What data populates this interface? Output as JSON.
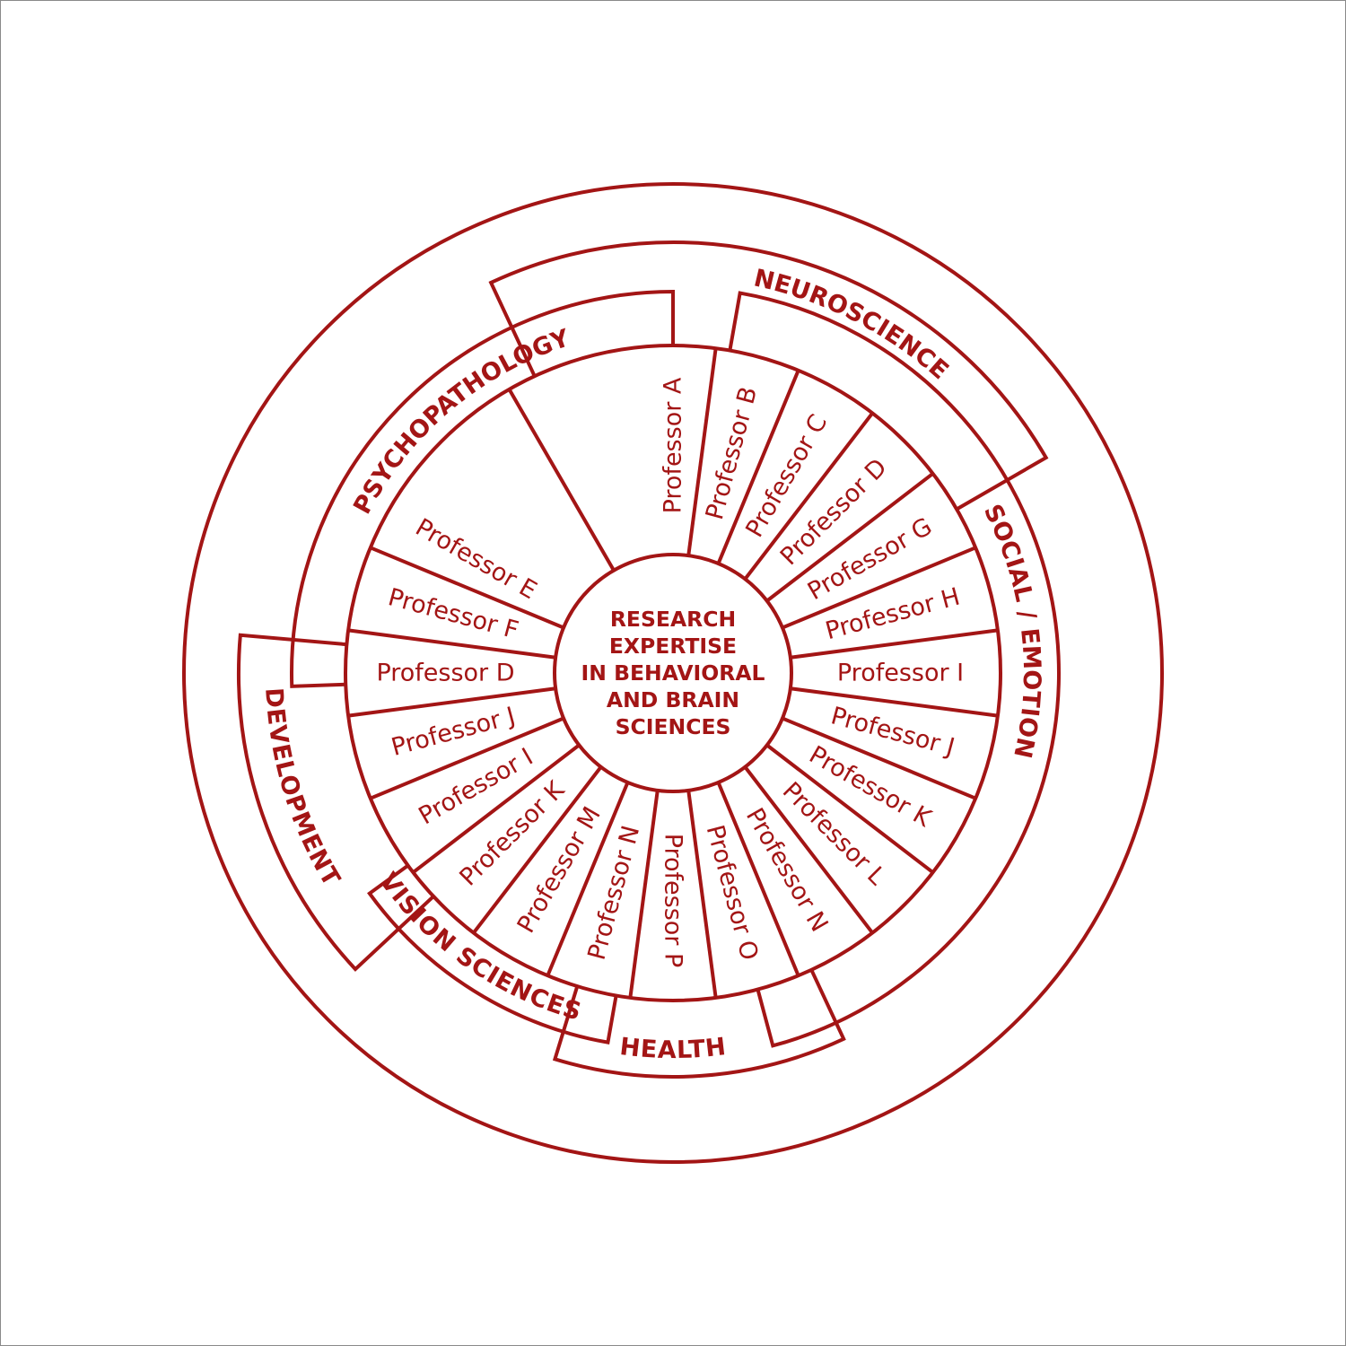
{
  "colors": {
    "line": "#A31515",
    "text": "#A31515",
    "background": "#FFFFFF",
    "frame": "#8A8A8A"
  },
  "center": {
    "lines": [
      "RESEARCH",
      "EXPERTISE",
      "IN BEHAVIORAL",
      "AND BRAIN",
      "SCIENCES"
    ]
  },
  "wedges": [
    {
      "label": "Professor A",
      "angle_deg": 0
    },
    {
      "label": "Professor B",
      "angle_deg": 15
    },
    {
      "label": "Professor C",
      "angle_deg": 30
    },
    {
      "label": "Professor D",
      "angle_deg": 45
    },
    {
      "label": "Professor G",
      "angle_deg": 60
    },
    {
      "label": "Professor H",
      "angle_deg": 75
    },
    {
      "label": "Professor I",
      "angle_deg": 90
    },
    {
      "label": "Professor J",
      "angle_deg": 105
    },
    {
      "label": "Professor K",
      "angle_deg": 120
    },
    {
      "label": "Professor L",
      "angle_deg": 135
    },
    {
      "label": "Professor N",
      "angle_deg": 150
    },
    {
      "label": "Professor O",
      "angle_deg": 165
    },
    {
      "label": "Professor P",
      "angle_deg": 180
    },
    {
      "label": "Professor N",
      "angle_deg": 195
    },
    {
      "label": "Professor M",
      "angle_deg": 210
    },
    {
      "label": "Professor K",
      "angle_deg": 225
    },
    {
      "label": "Professor I",
      "angle_deg": 240
    },
    {
      "label": "Professor J",
      "angle_deg": 255
    },
    {
      "label": "Professor D",
      "angle_deg": 270
    },
    {
      "label": "Professor F",
      "angle_deg": 285
    },
    {
      "label": "Professor E",
      "angle_deg": 300
    }
  ],
  "categories": [
    {
      "label": "PSYCHOPATHOLOGY",
      "angle_deg": 320
    },
    {
      "label": "NEUROSCIENCE",
      "angle_deg": 27
    },
    {
      "label": "SOCIAL / EMOTION",
      "angle_deg": 83
    },
    {
      "label": "HEALTH",
      "angle_deg": 180
    },
    {
      "label": "VISION SCIENCES",
      "angle_deg": 215
    },
    {
      "label": "DEVELOPMENT",
      "angle_deg": 253
    }
  ]
}
